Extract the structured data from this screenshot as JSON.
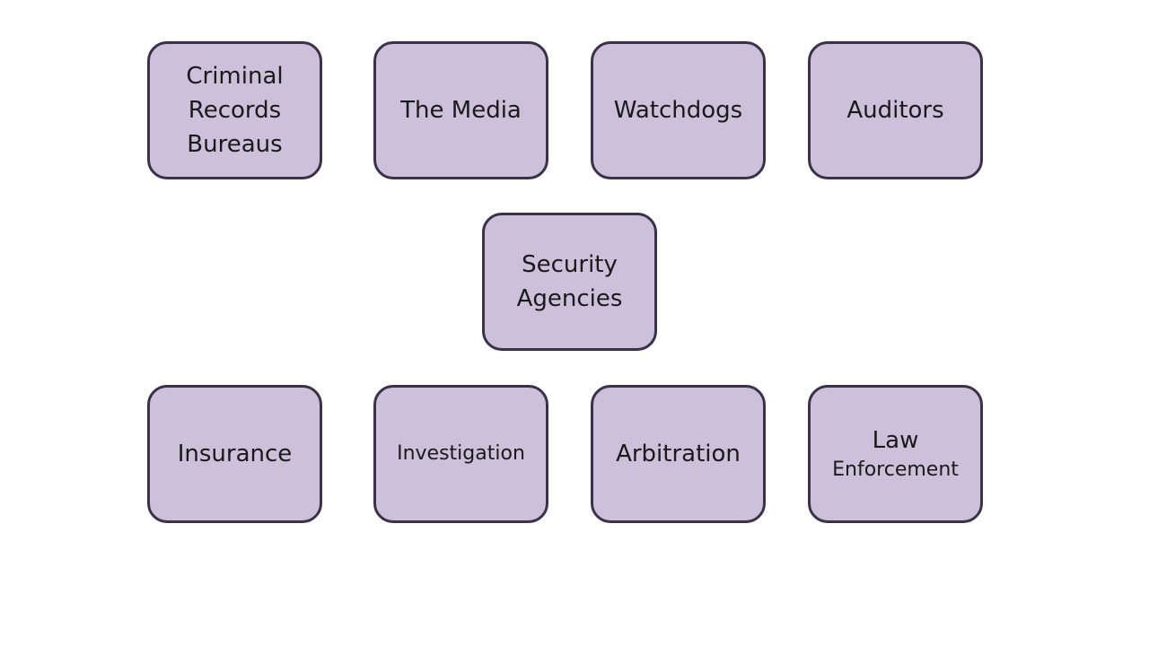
{
  "colors": {
    "box_fill": "#ccc0da",
    "box_border": "#3b3148",
    "text": "#1a1a1a",
    "background": "#ffffff"
  },
  "top_row": [
    {
      "id": "criminal-records-bureaus",
      "lines": [
        "Criminal",
        "Records",
        "Bureaus"
      ]
    },
    {
      "id": "the-media",
      "lines": [
        "The Media"
      ]
    },
    {
      "id": "watchdogs",
      "lines": [
        "Watchdogs"
      ]
    },
    {
      "id": "auditors",
      "lines": [
        "Auditors"
      ]
    }
  ],
  "center": {
    "id": "security-agencies",
    "lines": [
      "Security",
      "Agencies"
    ]
  },
  "bottom_row": [
    {
      "id": "insurance",
      "lines": [
        "Insurance"
      ]
    },
    {
      "id": "investigation",
      "lines": [
        "Investigation"
      ]
    },
    {
      "id": "arbitration",
      "lines": [
        "Arbitration"
      ]
    },
    {
      "id": "law-enforcement",
      "lines": [
        "Law",
        "Enforcement"
      ]
    }
  ]
}
